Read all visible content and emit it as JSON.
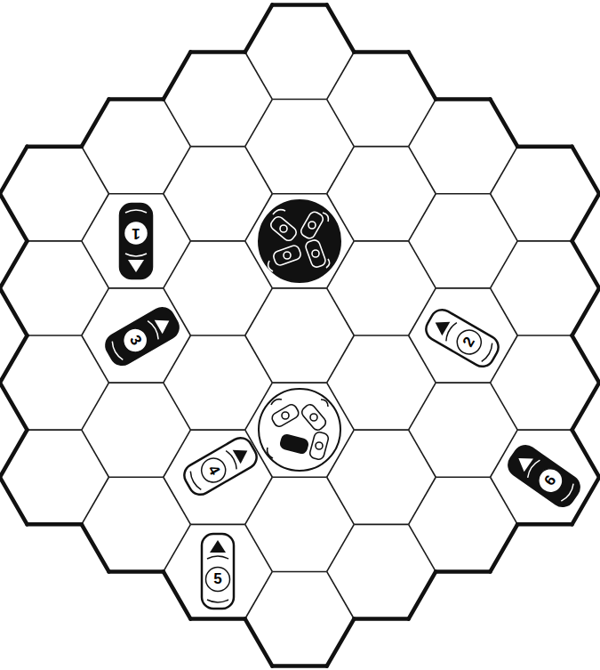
{
  "diagram": {
    "nodes": [
      {
        "text": [
          "1"
        ]
      },
      {
        "text": [
          "3"
        ]
      },
      {
        "text": [
          "2"
        ]
      },
      {
        "text": [
          "4"
        ]
      },
      {
        "text": [
          "6"
        ]
      },
      {
        "text": [
          "5"
        ]
      }
    ]
  }
}
